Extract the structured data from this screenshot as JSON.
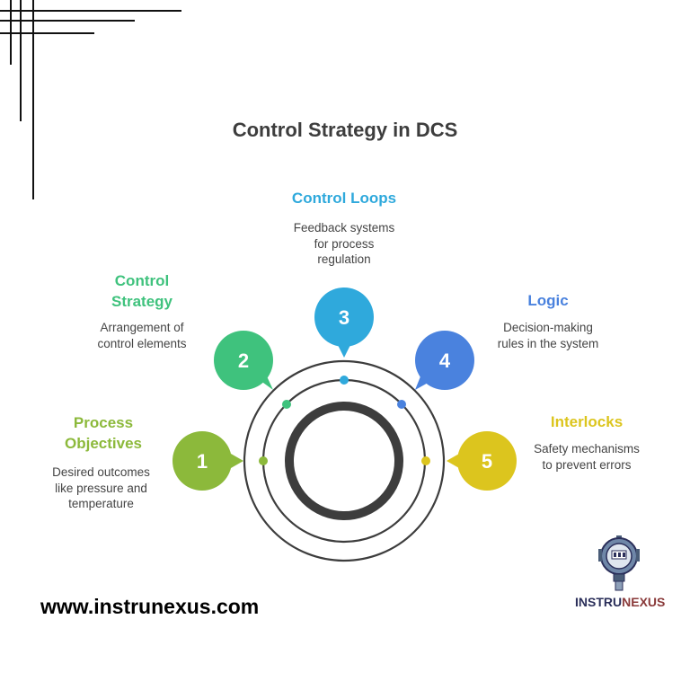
{
  "title": "Control Strategy in DCS",
  "colors": {
    "green1": "#8cb93b",
    "green2": "#3fc27d",
    "blue3": "#2fa9dc",
    "blue4": "#4a82de",
    "yellow5": "#dcc51e",
    "ring": "#3d3d3d"
  },
  "steps": [
    {
      "number": "1",
      "title_lines": [
        "Process",
        "Objectives"
      ],
      "desc_lines": [
        "Desired outcomes",
        "like pressure and",
        "temperature"
      ]
    },
    {
      "number": "2",
      "title_lines": [
        "Control",
        "Strategy"
      ],
      "desc_lines": [
        "Arrangement of",
        "control elements"
      ]
    },
    {
      "number": "3",
      "title_lines": [
        "Control Loops"
      ],
      "desc_lines": [
        "Feedback systems",
        "for process",
        "regulation"
      ]
    },
    {
      "number": "4",
      "title_lines": [
        "Logic"
      ],
      "desc_lines": [
        "Decision-making",
        "rules in the system"
      ]
    },
    {
      "number": "5",
      "title_lines": [
        "Interlocks"
      ],
      "desc_lines": [
        "Safety mechanisms",
        "to prevent errors"
      ]
    }
  ],
  "footer": {
    "url": "www.instrunexus.com",
    "logo_part1": "INSTRU",
    "logo_part2": "NEXUS"
  }
}
